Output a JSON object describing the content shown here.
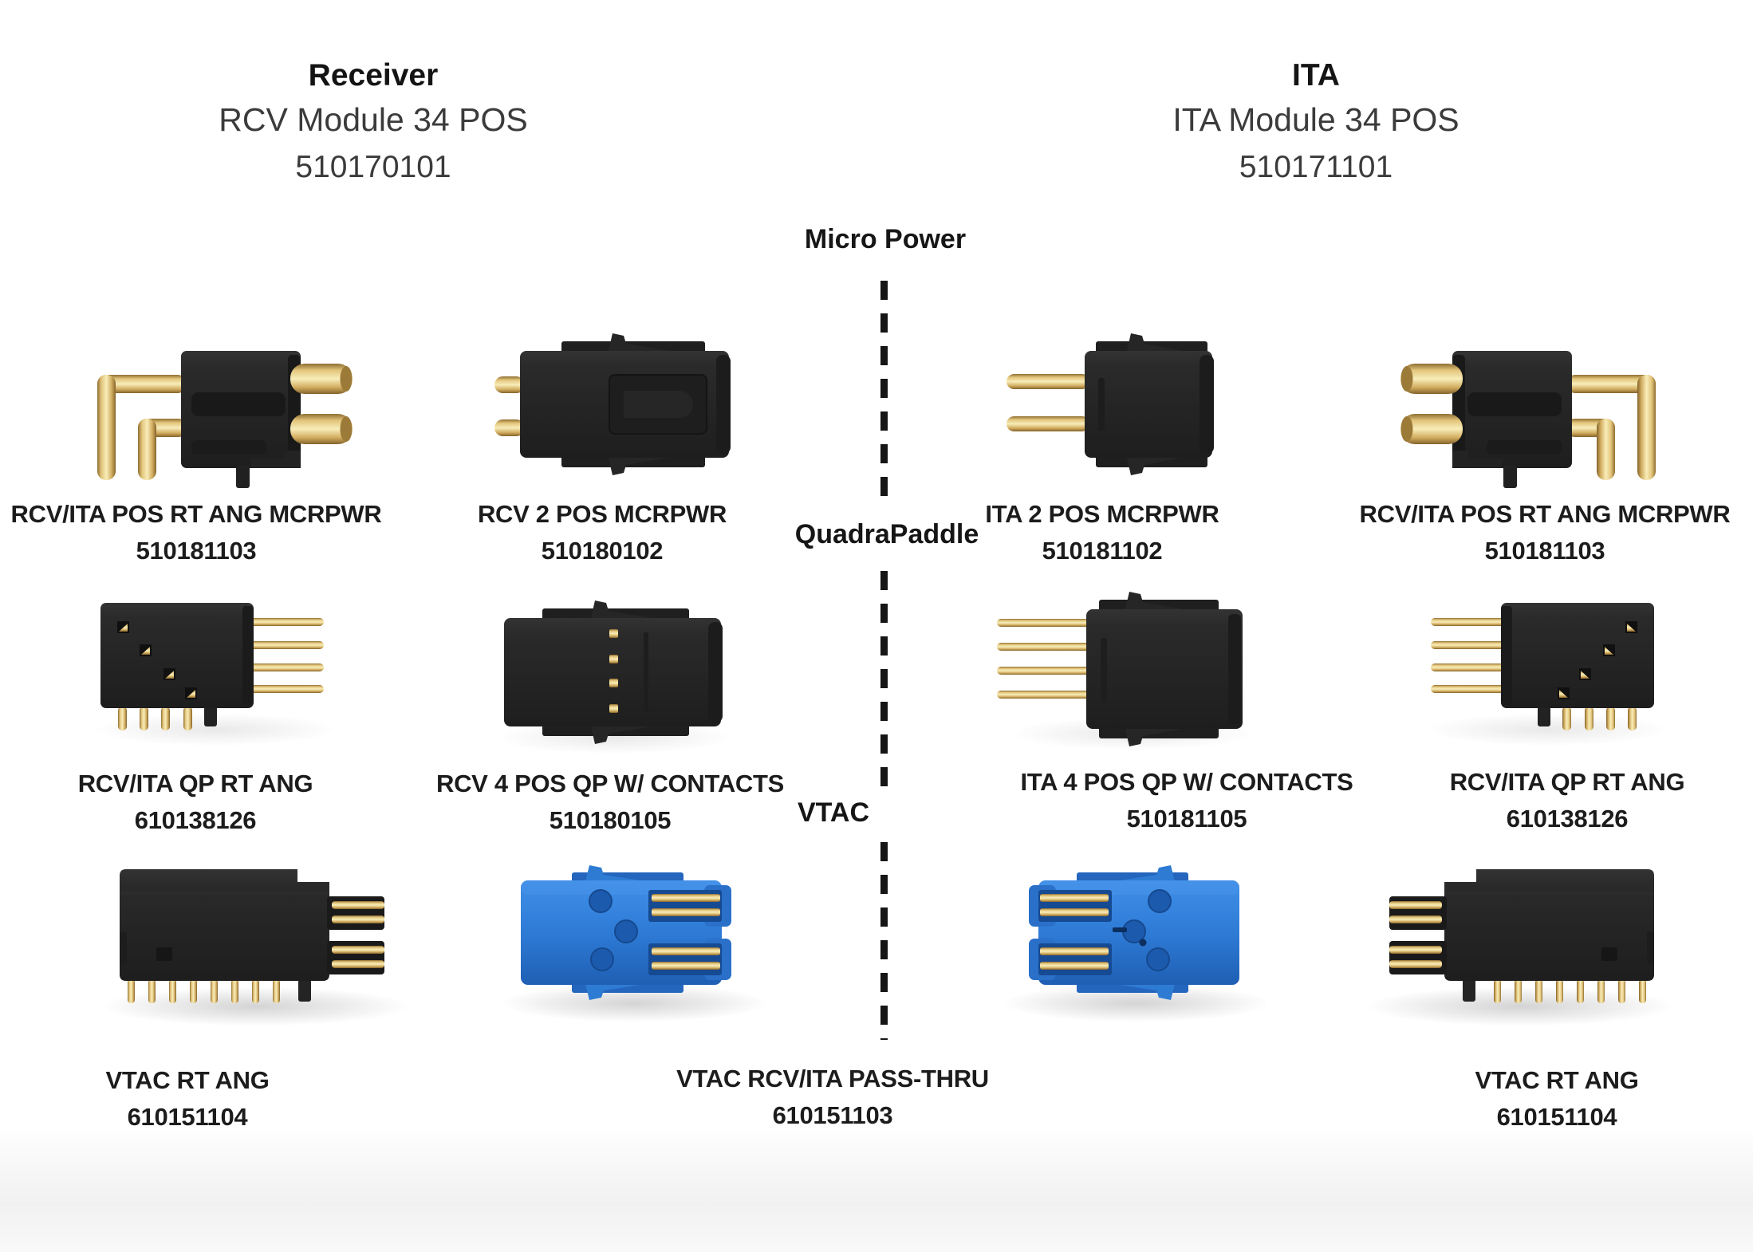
{
  "headers": {
    "left": {
      "title": "Receiver",
      "subtitle": "RCV Module 34 POS",
      "part_number": "510170101"
    },
    "right": {
      "title": "ITA",
      "subtitle": "ITA Module 34 POS",
      "part_number": "510171101"
    }
  },
  "categories": [
    {
      "label": "Micro Power"
    },
    {
      "label": "QuadraPaddle"
    },
    {
      "label": "VTAC"
    }
  ],
  "products": [
    {
      "name": "RCV/ITA POS RT ANG MCRPWR",
      "part_number": "510181103",
      "group": "Micro Power",
      "side": "Receiver"
    },
    {
      "name": "RCV 2 POS MCRPWR",
      "part_number": "510180102",
      "group": "Micro Power",
      "side": "Receiver"
    },
    {
      "name": "ITA 2 POS MCRPWR",
      "part_number": "510181102",
      "group": "Micro Power",
      "side": "ITA"
    },
    {
      "name": "RCV/ITA POS RT ANG MCRPWR",
      "part_number": "510181103",
      "group": "Micro Power",
      "side": "ITA"
    },
    {
      "name": "RCV/ITA QP RT ANG",
      "part_number": "610138126",
      "group": "QuadraPaddle",
      "side": "Receiver"
    },
    {
      "name": "RCV 4 POS QP W/ CONTACTS",
      "part_number": "510180105",
      "group": "QuadraPaddle",
      "side": "Receiver"
    },
    {
      "name": "ITA 4 POS QP W/ CONTACTS",
      "part_number": "510181105",
      "group": "QuadraPaddle",
      "side": "ITA"
    },
    {
      "name": "RCV/ITA QP RT ANG",
      "part_number": "610138126",
      "group": "QuadraPaddle",
      "side": "ITA"
    },
    {
      "name": "VTAC RT ANG",
      "part_number": "610151104",
      "group": "VTAC",
      "side": "Receiver"
    },
    {
      "name": "VTAC RCV/ITA PASS-THRU",
      "part_number": "610151103",
      "group": "VTAC",
      "side": "Center"
    },
    {
      "name": "VTAC RT ANG",
      "part_number": "610151104",
      "group": "VTAC",
      "side": "ITA"
    }
  ],
  "colors": {
    "gold": "#d9b86a",
    "connector_black": "#262626",
    "connector_blue": "#2e7bd6",
    "text": "#1b1b1b"
  }
}
